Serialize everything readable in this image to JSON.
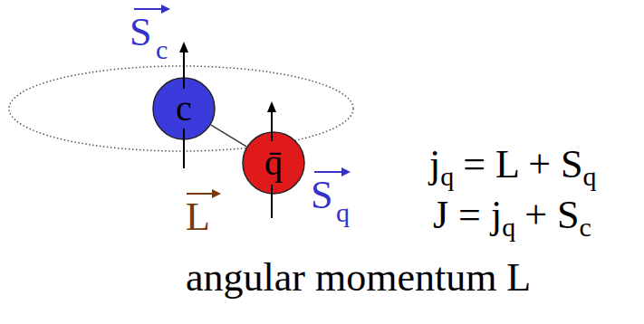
{
  "diagram": {
    "nodes": [
      {
        "text": [
          "c"
        ]
      },
      {
        "text": [
          "q̄"
        ]
      }
    ],
    "edges": [
      {
        "from": 0,
        "to": 1,
        "arrow": "none"
      }
    ],
    "labels": [
      "S",
      "c",
      "S",
      "q",
      "L",
      "j",
      "q",
      "= L + S",
      "q",
      "J = j",
      "q",
      "+ S",
      "c",
      "angular momentum L"
    ]
  }
}
